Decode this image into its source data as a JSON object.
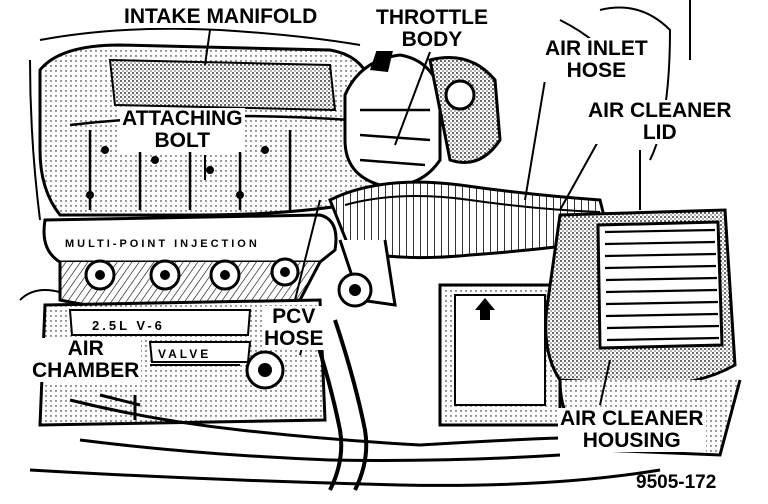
{
  "labels": {
    "intake_manifold": "INTAKE MANIFOLD",
    "throttle_body": [
      "THROTTLE",
      "BODY"
    ],
    "air_inlet_hose": [
      "AIR INLET",
      "HOSE"
    ],
    "air_cleaner_lid": [
      "AIR CLEANER",
      "LID"
    ],
    "attaching_bolt": [
      "ATTACHING",
      "BOLT"
    ],
    "pcv_hose": [
      "PCV",
      "HOSE"
    ],
    "air_chamber": [
      "AIR",
      "CHAMBER"
    ],
    "air_cleaner_housing": [
      "AIR CLEANER",
      "HOUSING"
    ]
  },
  "engine_markings": {
    "plenum": "MULTI-POINT INJECTION",
    "cover": "2.5L V-6",
    "valve": "VALVE"
  },
  "figure_number": "9505-172",
  "colors": {
    "ink": "#000000",
    "paper": "#ffffff",
    "shade": "#8a8a8a"
  }
}
